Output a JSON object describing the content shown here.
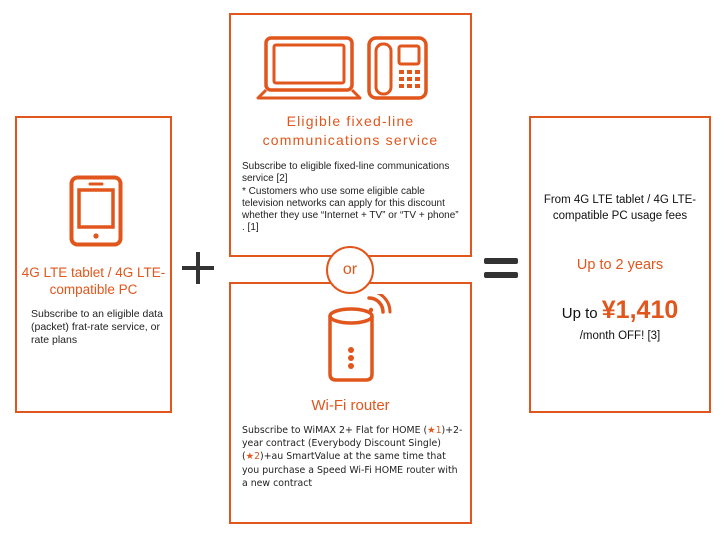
{
  "left_panel": {
    "icon": "tablet-icon",
    "title": "4G LTE tablet / 4G LTE-compatible PC",
    "description": "Subscribe to an eligible data (packet) frat-rate service, or rate plans"
  },
  "operators": {
    "plus": "+",
    "equals": "=",
    "or": "or"
  },
  "fixed_line_panel": {
    "icons": [
      "laptop-icon",
      "desk-phone-icon"
    ],
    "title": "Eligible fixed-line communications service",
    "description_line1": "Subscribe to eligible fixed-line communications service [2]",
    "description_line2": "* Customers who use some eligible cable television networks can apply for this discount whether they use “Internet + TV” or “TV + phone” . [1]"
  },
  "router_panel": {
    "icon": "wifi-router-icon",
    "title": "Wi-Fi router",
    "desc_part1": "Subscribe to WiMAX 2+ Flat for HOME (",
    "star1": "★",
    "ref1": "1",
    "desc_part2": ")+2-year contract (Everybody Discount Single)(",
    "star2": "★",
    "ref2": "2",
    "desc_part3": ")+au SmartValue at the same time that you purchase a Speed Wi-Fi HOME router with a new contract"
  },
  "result_panel": {
    "from_text": "From 4G LTE tablet / 4G LTE-compatible PC usage fees",
    "duration": "Up to 2 years",
    "price_prefix": "Up to ",
    "price_amount": "¥1,410",
    "price_suffix": "/month OFF! [3]"
  },
  "colors": {
    "accent": "#e0561c",
    "operator": "#333333",
    "text": "#222222"
  }
}
